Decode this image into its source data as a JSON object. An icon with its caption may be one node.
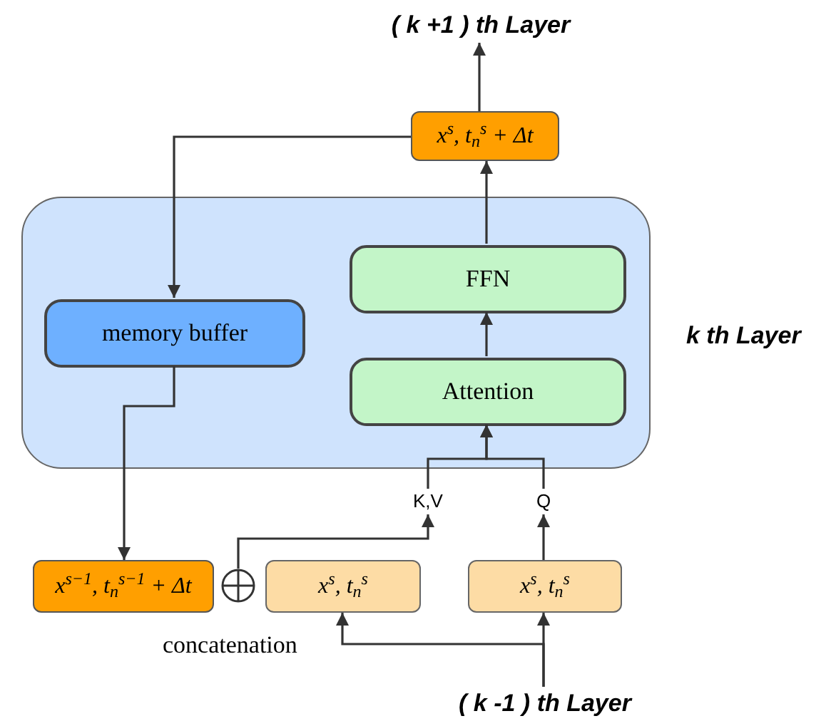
{
  "diagram": {
    "nodes": [
      {
        "text": [
          "( k +1 ) th Layer"
        ]
      },
      {
        "text": [
          "x$^{s}$, t$_{n}$$^{s}$ + Δt"
        ]
      },
      {
        "text": [
          "k th Layer"
        ]
      },
      {
        "text": [
          "memory buffer"
        ],
        "in": 2
      },
      {
        "text": [
          "FFN"
        ],
        "in": 2
      },
      {
        "text": [
          "Attention"
        ],
        "in": 2
      },
      {
        "text": [
          "K,V"
        ]
      },
      {
        "text": [
          "Q"
        ]
      },
      {
        "text": [
          "x$^{s−1}$, t$_{n}$$^{s−1}$ + Δt"
        ]
      },
      {
        "text": [],
        "shape": "circle",
        "beside": [
          "concatenation"
        ]
      },
      {
        "text": [
          "x$^{s}$, t$_{n}$$^{s}$"
        ]
      },
      {
        "text": [
          "x$^{s}$, t$_{n}$$^{s}$"
        ]
      },
      {
        "text": [
          "( k -1 ) th Layer"
        ]
      }
    ],
    "edges": [
      {
        "from": 1,
        "to": 0,
        "arrow": "to"
      },
      {
        "from": 4,
        "to": 1,
        "arrow": "to"
      },
      {
        "from": 1,
        "to": 3,
        "arrow": "to"
      },
      {
        "from": 5,
        "to": 4,
        "arrow": "to"
      },
      {
        "from": 3,
        "to": 8,
        "arrow": "to"
      },
      {
        "from": 6,
        "to": 5,
        "arrow": "to"
      },
      {
        "from": 7,
        "to": 5,
        "arrow": "to"
      },
      {
        "from": 9,
        "to": 6,
        "arrow": "to"
      },
      {
        "from": 11,
        "to": 7,
        "arrow": "to"
      },
      {
        "from": 12,
        "to": 11,
        "arrow": "to"
      },
      {
        "from": 12,
        "to": 10,
        "arrow": "to"
      }
    ]
  }
}
